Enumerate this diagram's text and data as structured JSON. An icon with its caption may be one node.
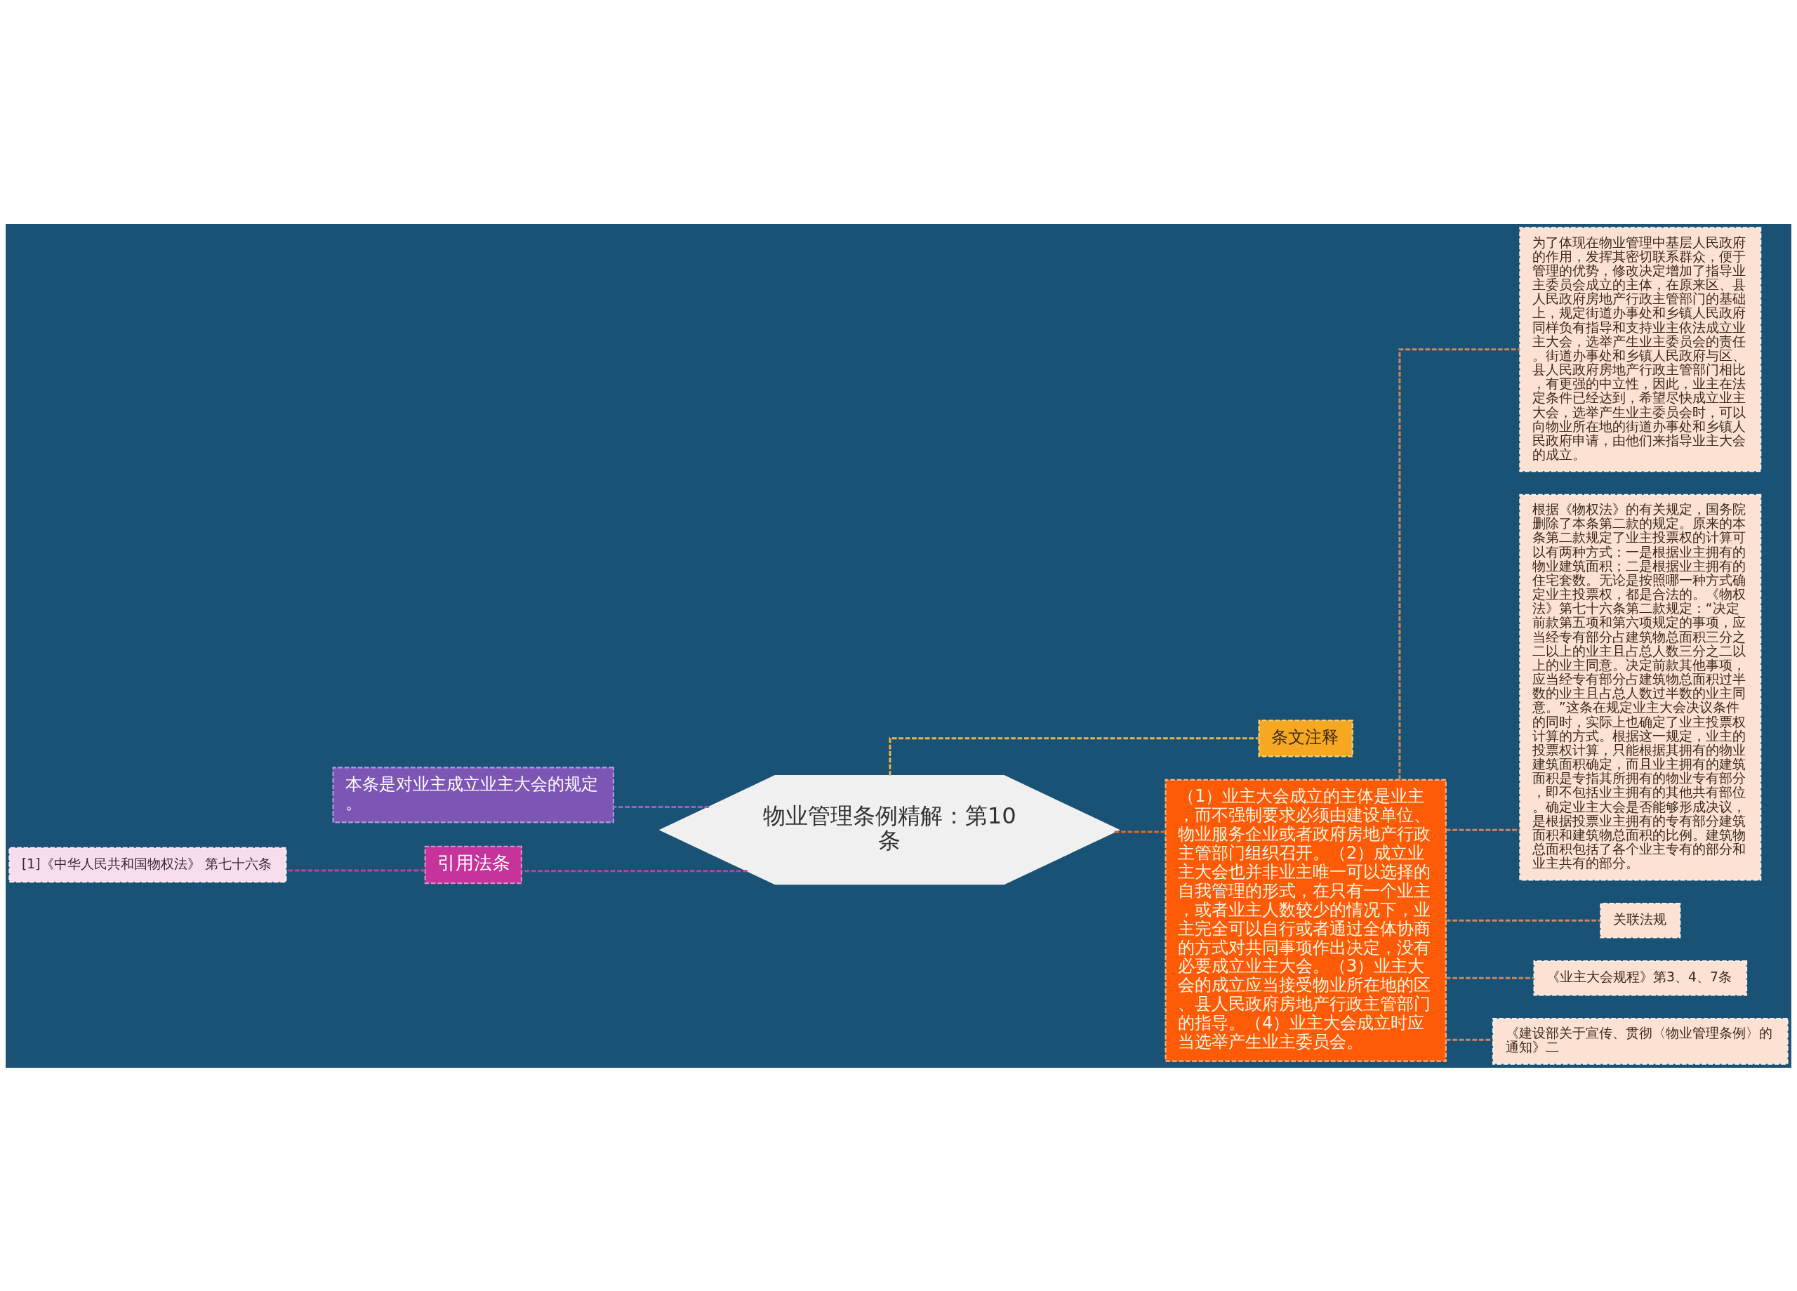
{
  "diagram": {
    "nodes": [
      {
        "text": [
          "物业管理条例精解：第10条"
        ]
      },
      {
        "text": [
          "条文注释"
        ]
      },
      {
        "text": [
          "（1）业主大会成立的主体是业主，而不强制要求必须由建设单位、物业服务企业或者政府房地产行政主管部门组织召开。（2）成立业主大会也并非业主唯一可以选择的自我管理的形式，在只有一个业主，或者业主人数较少的情况下，业主完全可以自行或者通过全体协商的方式对共同事项作出决定，没有必要成立业主大会。（3）业主大会的成立应当接受物业所在地的区、县人民政府房地产行政主管部门的指导。（4）业主大会成立时应当选举产生业主委员会。"
        ]
      },
      {
        "text": [
          "为了体现在物业管理中基层人民政府的作用，发挥其密切联系群众，便于管理的优势，修改决定增加了指导业主委员会成立的主体，在原来区、县人民政府房地产行政主管部门的基础上，规定街道办事处和乡镇人民政府同样负有指导和支持业主依法成立业主大会，选举产生业主委员会的责任。街道办事处和乡镇人民政府与区、县人民政府房地产行政主管部门相比，有更强的中立性，因此，业主在法定条件已经达到，希望尽快成立业主大会，选举产生业主委员会时，可以向物业所在地的街道办事处和乡镇人民政府申请，由他们来指导业主大会的成立。"
        ]
      },
      {
        "text": [
          "根据《物权法》的有关规定，国务院删除了本条第二款的规定。原来的本条第二款规定了业主投票权的计算可以有两种方式：一是根据业主拥有的物业建筑面积；二是根据业主拥有的住宅套数。无论是按照哪一种方式确定业主投票权，都是合法的。《物权法》第七十六条第二款规定：“决定前款第五项和第六项规定的事项，应当经专有部分占建筑物总面积三分之二以上的业主且占总人数三分之二以上的业主同意。决定前款其他事项，应当经专有部分占建筑物总面积过半数的业主且占总人数过半数的业主同意。”这条在规定业主大会决议条件的同时，实际上也确定了业主投票权计算的方式。根据这一规定，业主的投票权计算，只能根据其拥有的物业建筑面积确定，而且业主拥有的建筑面积是专指其所拥有的物业专有部分，即不包括业主拥有的其他共有部位。确定业主大会是否能够形成决议，是根据投票业主拥有的专有部分建筑面积和建筑物总面积的比例。建筑物总面积包括了各个业主专有的部分和业主共有的部分。"
        ]
      },
      {
        "text": [
          "关联法规"
        ]
      },
      {
        "text": [
          "《业主大会规程》第3、4、7条"
        ]
      },
      {
        "text": [
          "《建设部关于宣传、贯彻〈物业管理条例〉的通知》二"
        ]
      },
      {
        "text": [
          "本条是对业主成立业主大会的规定。"
        ]
      },
      {
        "text": [
          "引用法条"
        ]
      },
      {
        "text": [
          "[1]《中华人民共和国物权法》 第七十六条"
        ]
      }
    ],
    "edges": [
      {
        "from": 0,
        "to": 1,
        "arrow": "none",
        "style": "dashed",
        "color": "#e8b64c"
      },
      {
        "from": 0,
        "to": 2,
        "arrow": "none",
        "style": "dashed",
        "color": "#e8641e"
      },
      {
        "from": 2,
        "to": 3,
        "arrow": "none",
        "style": "dashed"
      },
      {
        "from": 2,
        "to": 4,
        "arrow": "none",
        "style": "dashed"
      },
      {
        "from": 2,
        "to": 5,
        "arrow": "none",
        "style": "dashed"
      },
      {
        "from": 2,
        "to": 6,
        "arrow": "none",
        "style": "dashed"
      },
      {
        "from": 2,
        "to": 7,
        "arrow": "none",
        "style": "dashed"
      },
      {
        "from": 0,
        "to": 8,
        "arrow": "none",
        "style": "dashed",
        "color": "#9b5fc0"
      },
      {
        "from": 0,
        "to": 9,
        "arrow": "none",
        "style": "dashed",
        "color": "#c0409c"
      },
      {
        "from": 9,
        "to": 10,
        "arrow": "none",
        "style": "dashed",
        "color": "#c0409c"
      }
    ]
  }
}
